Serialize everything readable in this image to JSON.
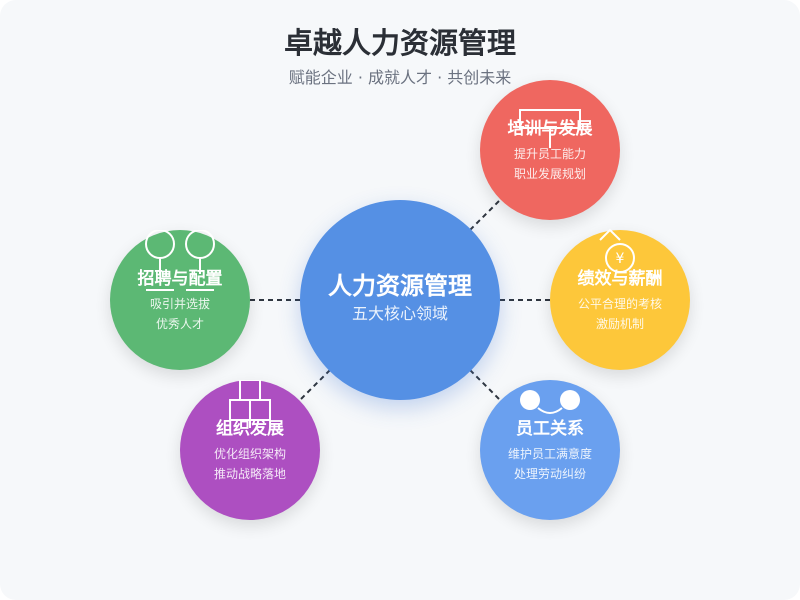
{
  "header": {
    "title": "卓越人力资源管理",
    "subtitle": "赋能企业 · 成就人才 · 共创未来"
  },
  "center": {
    "title": "人力资源管理",
    "subtitle": "五大核心领域",
    "color": "#5590e4"
  },
  "nodes": [
    {
      "key": "training",
      "title": "培训与发展",
      "line1": "提升员工能力",
      "line2": "职业发展规划",
      "color": "#ef6760",
      "icon": "org-chart-icon"
    },
    {
      "key": "recruit",
      "title": "招聘与配置",
      "line1": "吸引并选拔",
      "line2": "优秀人才",
      "color": "#5cb874",
      "icon": "people-icon"
    },
    {
      "key": "perf",
      "title": "绩效与薪酬",
      "line1": "公平合理的考核",
      "line2": "激励机制",
      "color": "#fdc73a",
      "icon": "yen-coin-icon"
    },
    {
      "key": "org",
      "title": "组织发展",
      "line1": "优化组织架构",
      "line2": "推动战略落地",
      "color": "#ad4fc1",
      "icon": "org-chart-icon"
    },
    {
      "key": "relation",
      "title": "员工关系",
      "line1": "维护员工满意度",
      "line2": "处理劳动纠纷",
      "color": "#6aa0ef",
      "icon": "two-people-icon"
    }
  ]
}
